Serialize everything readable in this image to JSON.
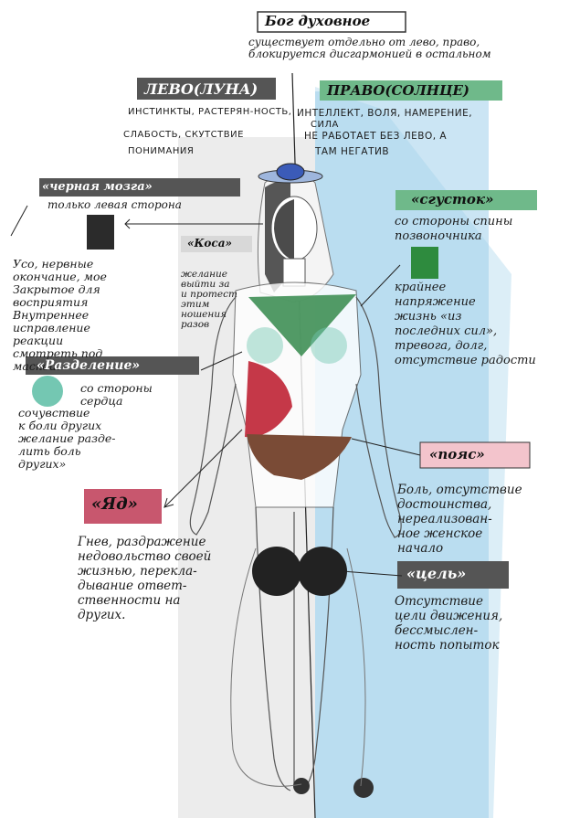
{
  "colors": {
    "left_shade": "#d9d9d9",
    "right_shade": "#a8d4ec",
    "tag_dark": "#555555",
    "tag_green": "#6fb98a",
    "tag_red": "#c8576e",
    "chest_green": "#3f8f55",
    "chest_teal": "#74c7b2",
    "heart_red": "#c53848",
    "belt_brown": "#7a4b36",
    "knees_black": "#222222",
    "crown_blue": "#3b5bb8"
  },
  "title": {
    "label": "Бог духовное",
    "subtitle": "существует отдельно от лево, право, блокируется дисгармонией в остальном"
  },
  "left_header": {
    "label": "ЛЕВО(ЛУНА)",
    "traits1": "ИНСТИНКТЫ, РАСТЕРЯН-НОСТЬ,",
    "traits2": "СЛАБОСТЬ, СКУТСТВИЕ",
    "traits3": "ПОНИМАНИЯ"
  },
  "right_header": {
    "label": "ПРАВО(СОЛНЦЕ)",
    "traits1": "ИНТЕЛЛЕКТ, ВОЛЯ, НАМЕРЕНИЕ,",
    "traits2": "СИЛА",
    "traits3": "НЕ РАБОТАЕТ БЕЗ ЛЕВО, А",
    "traits4": "ТАМ НЕГАТИВ"
  },
  "chernaya_mozg": {
    "label": "«черная мозга»",
    "desc": "только левая сторона",
    "body": [
      "Усо, нервные",
      "окончание, мое",
      "Закрытое для",
      "восприятия",
      "Внутреннее",
      "исправление",
      "реакции",
      "смотреть под",
      "маской."
    ]
  },
  "kosa": {
    "label": "«Коса»",
    "desc": [
      "желание",
      "выйти за",
      "и протест",
      "этим",
      "ношения",
      "разов"
    ]
  },
  "sgustok": {
    "label": "«сгусток»",
    "desc": [
      "со стороны спины",
      "позвоночника"
    ],
    "body": [
      "крайнее",
      "напряжение",
      "жизнь «из",
      "последних сил»,",
      "тревога, долг,",
      "отсутствие радости"
    ]
  },
  "razdelenie": {
    "label": "«Разделение»",
    "desc": [
      "со стороны",
      "сердца"
    ],
    "body": [
      "сочувствие",
      "к боли других",
      "желание разде-",
      "лить боль",
      "других»"
    ]
  },
  "poyas": {
    "label": "«пояс»",
    "body": [
      "Боль, отсутствие",
      "достоинства,",
      "нереализован-",
      "ное женское",
      "начало"
    ]
  },
  "yad": {
    "label": "«Яд»",
    "body": [
      "Гнев, раздражение",
      "недовольство своей",
      "жизнью, перекла-",
      "дывание ответ-",
      "ственности на",
      "других."
    ]
  },
  "cel": {
    "label": "«цель»",
    "body": [
      "Отсутствие",
      "цели движения,",
      "бессмыслен-",
      "ность попыток"
    ]
  }
}
